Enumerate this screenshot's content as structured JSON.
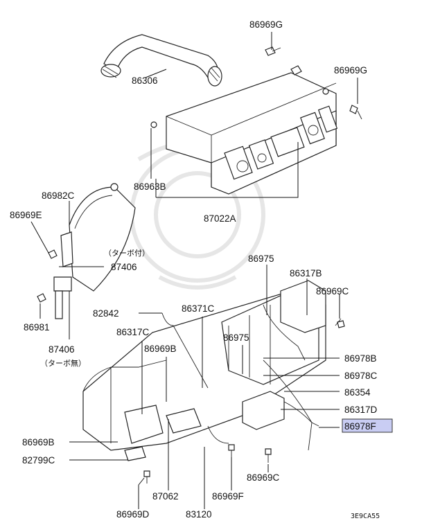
{
  "diagram": {
    "highlight_color": "#c9cdf3",
    "part_numbers": {
      "p86969G_top": "86969G",
      "p86969G_right": "86969G",
      "p86306": "86306",
      "p86963B": "86963B",
      "p87022A": "87022A",
      "p86982C": "86982C",
      "p86969E": "86969E",
      "p87406_upper": "87406",
      "p86981": "86981",
      "p87406_lower": "87406",
      "p86975_upper": "86975",
      "p86317B": "86317B",
      "p86969C_right": "86969C",
      "p82842": "82842",
      "p86371C": "86371C",
      "p86317C": "86317C",
      "p86975_lower": "86975",
      "p86969B_upper": "86969B",
      "p86978B": "86978B",
      "p86978C": "86978C",
      "p86354": "86354",
      "p86317D": "86317D",
      "p86978F": "86978F",
      "p86969B_lower": "86969B",
      "p82799C": "82799C",
      "p86969C_lower": "86969C",
      "p87062": "87062",
      "p86969F": "86969F",
      "p86969D": "86969D",
      "p83120": "83120"
    },
    "notes": {
      "turbo_with": "（ターボ付）",
      "turbo_without": "（ターボ無）"
    },
    "drawing_code": "3E9CA55"
  }
}
